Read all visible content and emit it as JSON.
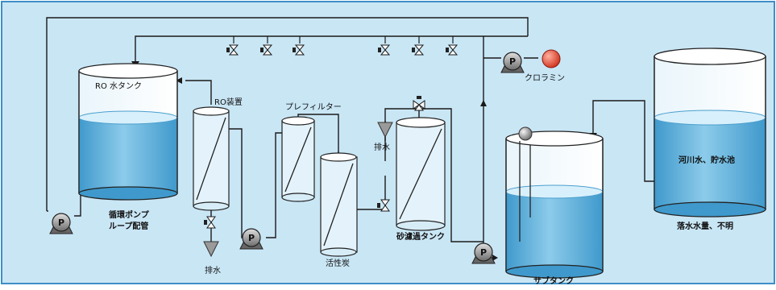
{
  "colors": {
    "background": "#c9e6f5",
    "frame": "#3d8fc7",
    "water": "#4fa8d6",
    "water_top": "#d8f0fb",
    "pipe": "#1a1a1a",
    "chloramine": "#e8402a"
  },
  "labels": {
    "ro_tank": "RO 水タンク",
    "ro_unit": "RO装置",
    "prefilter": "プレフィルター",
    "chloramine": "クロラミン",
    "drain_left": "排水",
    "drain_mid": "排水",
    "circ_pump_1": "循環ポンプ",
    "circ_pump_2": "ループ配管",
    "carbon": "活性炭",
    "sand_tank": "砂濾過タンク",
    "sub_tank": "サブタンク",
    "river": "河川水、貯水池",
    "flow_unknown": "落水水量、不明"
  },
  "icons": {
    "pump": "pump-icon",
    "valve": "valve-icon",
    "drain": "drain-funnel-icon",
    "dosing": "chloramine-ball-icon"
  }
}
